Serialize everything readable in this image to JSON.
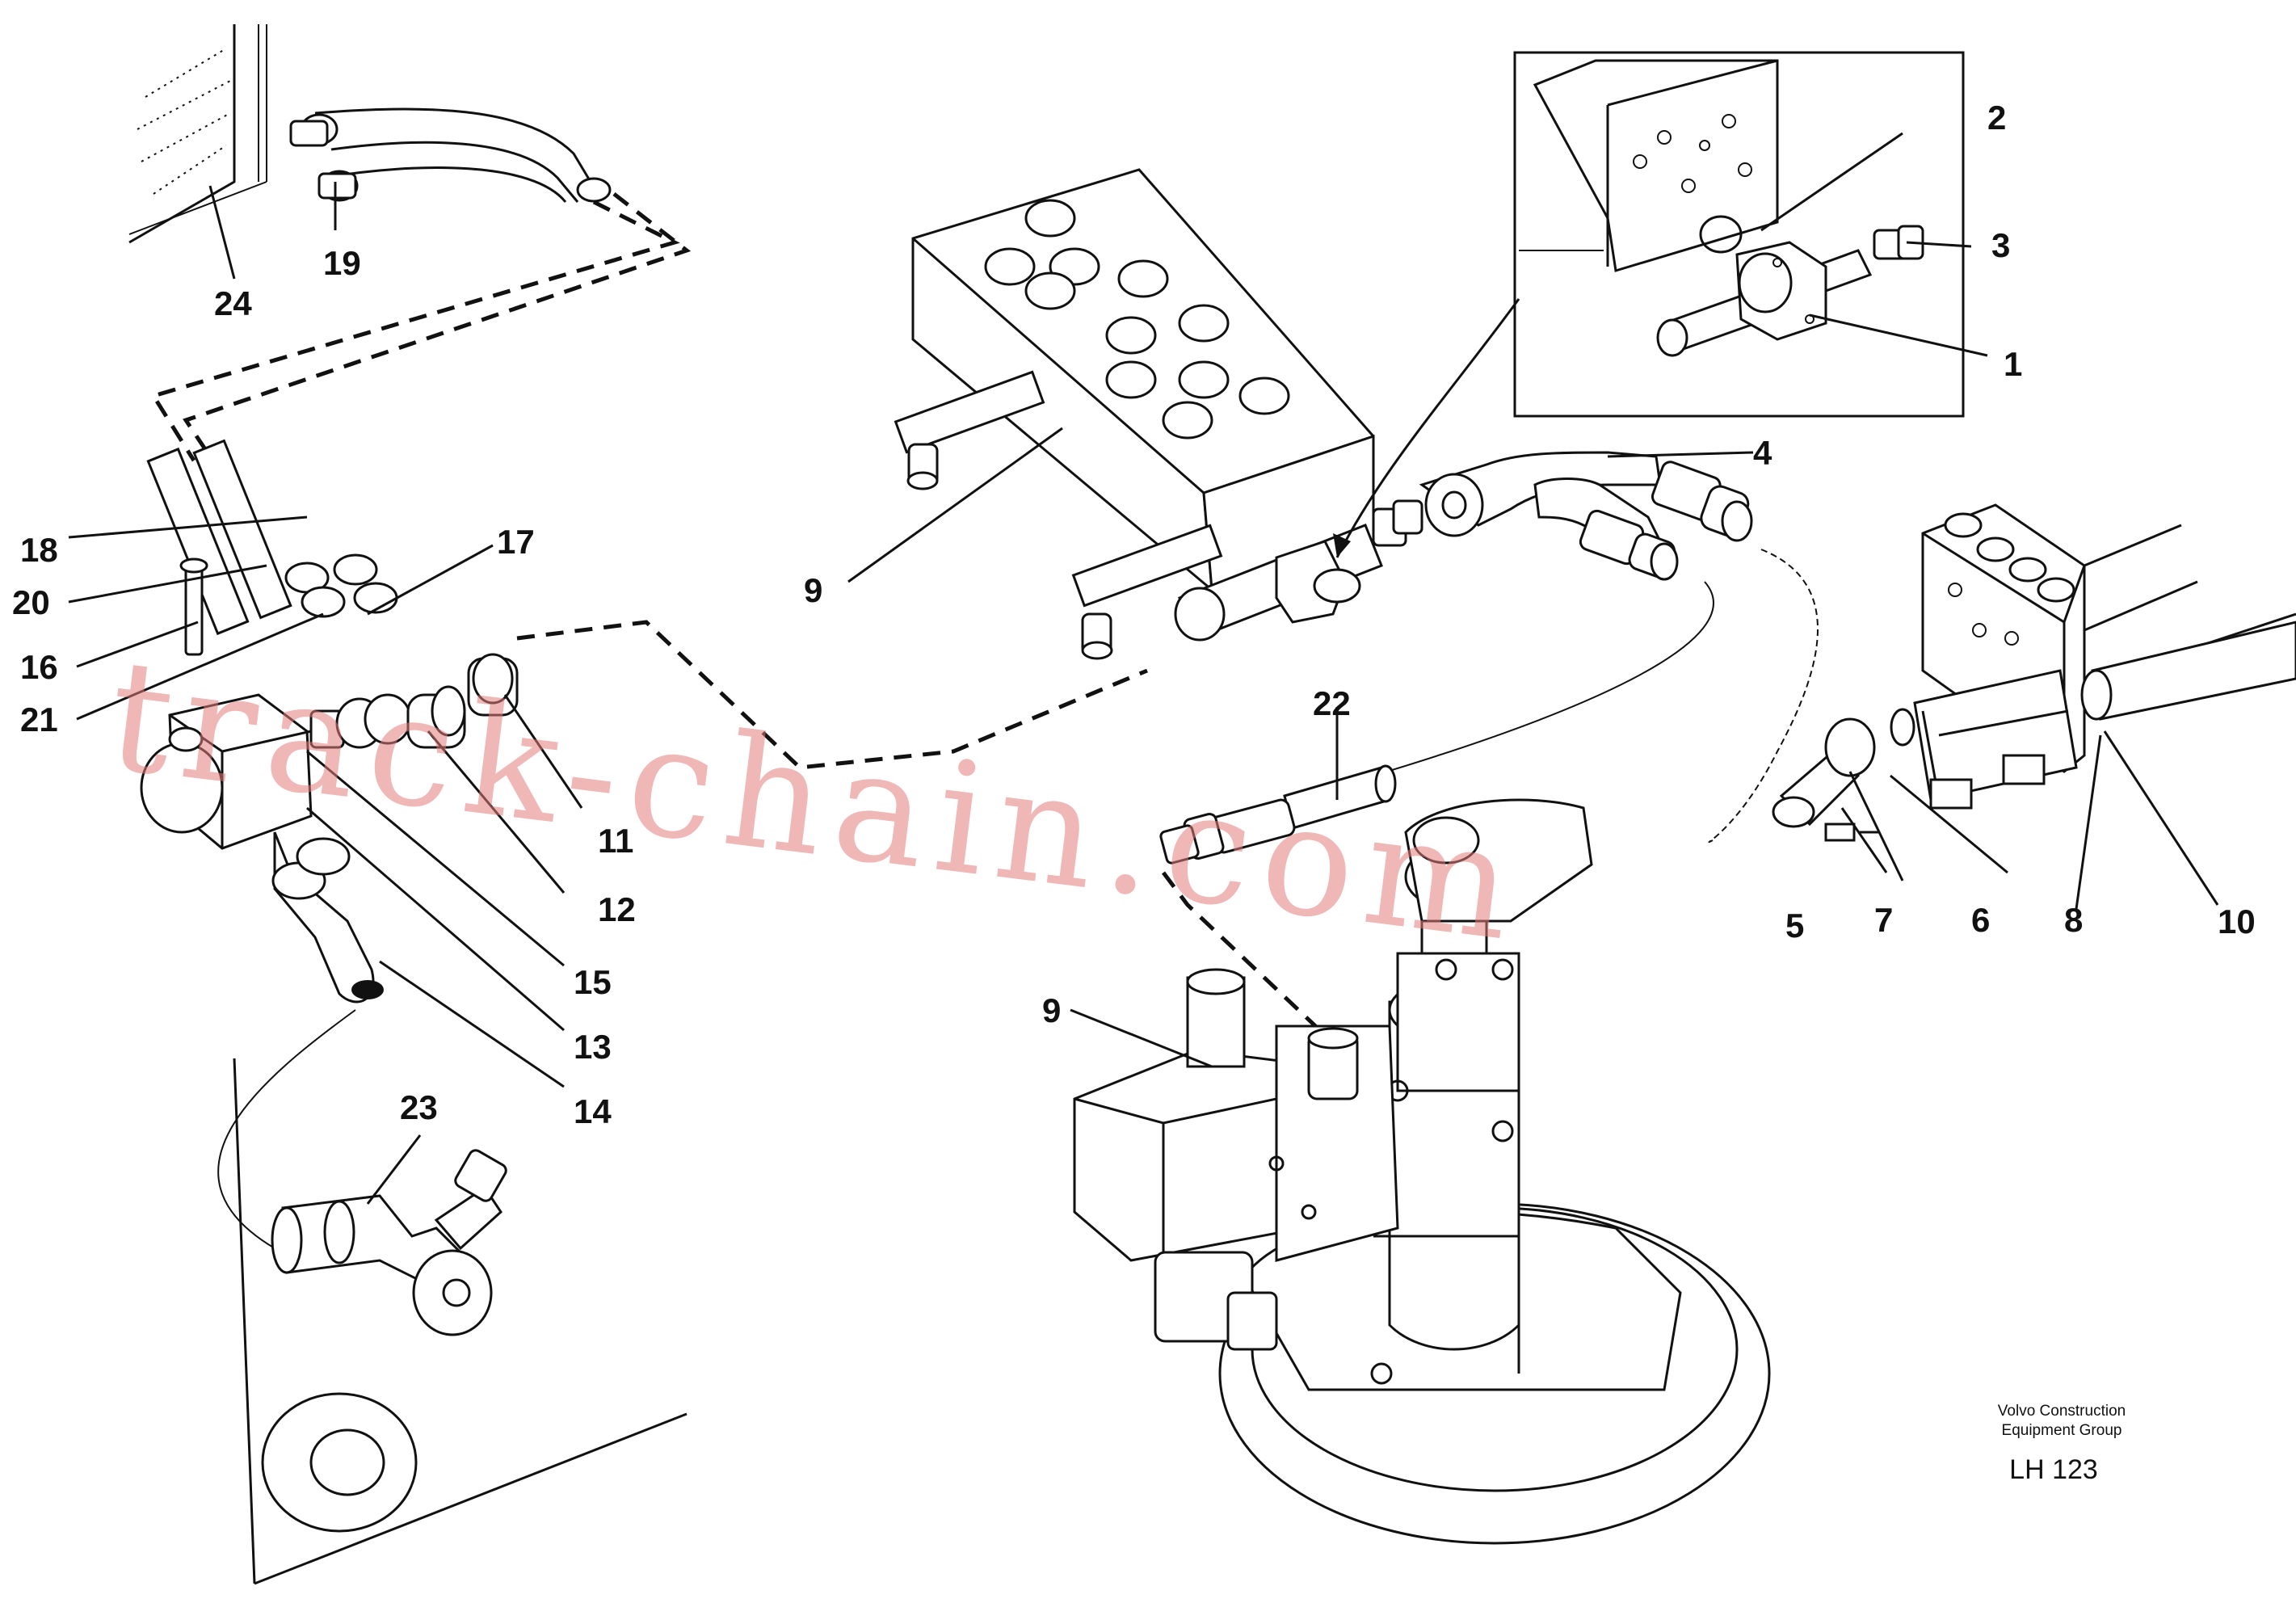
{
  "callouts": [
    "1",
    "2",
    "3",
    "4",
    "5",
    "6",
    "7",
    "8",
    "9",
    "9",
    "10",
    "11",
    "12",
    "13",
    "14",
    "15",
    "16",
    "17",
    "18",
    "19",
    "20",
    "21",
    "22",
    "23",
    "24"
  ],
  "footer": {
    "line1": "Volvo Construction",
    "line2": "Equipment Group",
    "code": "LH 123"
  },
  "watermark": "track-chain.com"
}
